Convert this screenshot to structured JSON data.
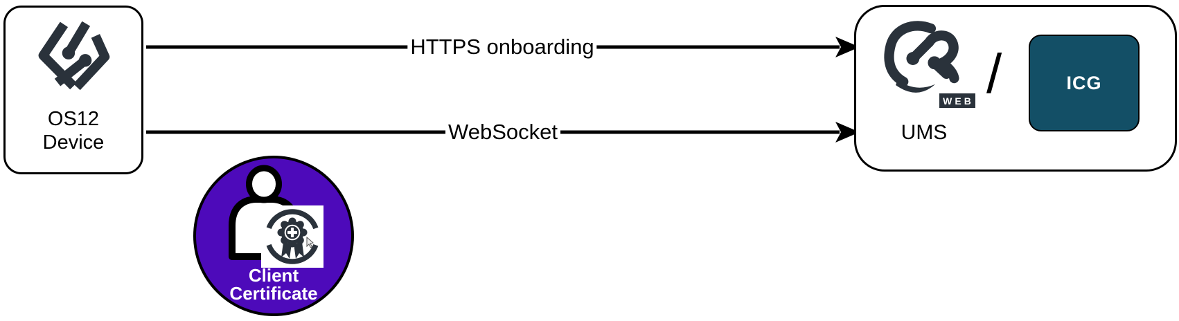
{
  "diagram": {
    "left_node": {
      "logo_icon": "igel-os12-logo-icon",
      "line1": "OS12",
      "line2": "Device"
    },
    "arrows": [
      {
        "label": "HTTPS onboarding",
        "direction": "left-to-right"
      },
      {
        "label": "WebSocket",
        "direction": "left-to-right"
      }
    ],
    "right_node": {
      "logo_icon": "ums-web-logo-icon",
      "logo_badge": "WEB",
      "label": "UMS",
      "separator": "/",
      "icg_label": "ICG"
    },
    "certificate": {
      "icons": [
        "person-icon",
        "certificate-seal-icon",
        "mouse-cursor-icon"
      ],
      "line1": "Client",
      "line2": "Certificate"
    }
  },
  "colors": {
    "logo_dark": "#2A323B",
    "icg_teal": "#134F66",
    "badge_purple": "#4D0ABA",
    "line_black": "#000000",
    "text_white": "#FFFFFF",
    "background": "#FFFFFF"
  }
}
